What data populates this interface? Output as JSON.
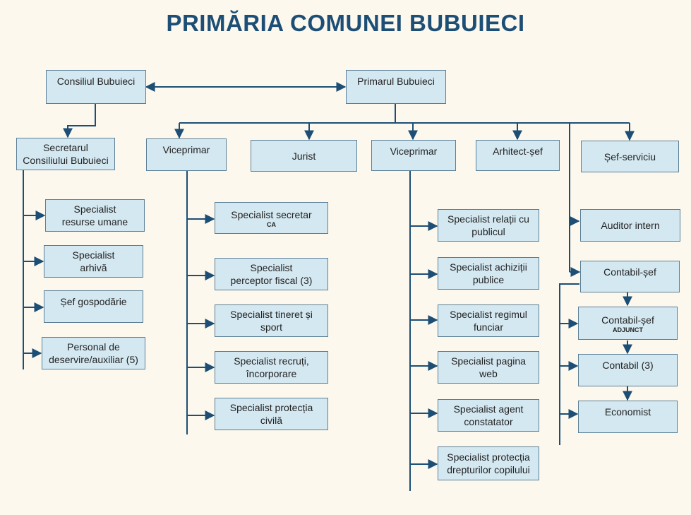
{
  "title": "PRIMĂRIA COMUNEI BUBUIECI",
  "colors": {
    "background": "#fcf8ee",
    "box_fill": "#d4e8f1",
    "box_border": "#5b7f96",
    "title": "#1d4e76",
    "lines": "#1d4e76"
  },
  "nodes": {
    "consiliul": {
      "label": "Consiliul Bubuieci"
    },
    "primarul": {
      "label": "Primarul Bubuieci"
    },
    "secretarul": {
      "label": "Secretarul\nConsiliului Bubuieci"
    },
    "viceprimar1": {
      "label": "Viceprimar"
    },
    "jurist": {
      "label": "Jurist"
    },
    "viceprimar2": {
      "label": "Viceprimar"
    },
    "arhitect": {
      "label": "Arhitect-șef"
    },
    "sef_serviciu": {
      "label": "Șef-serviciu"
    },
    "spec_resurse": {
      "label": "Specialist\nresurse umane"
    },
    "spec_arhiva": {
      "label": "Specialist\narhivă"
    },
    "sef_gospodarie": {
      "label": "Șef gospodărie"
    },
    "personal": {
      "label": "Personal de\ndeservire/auxiliar (5)"
    },
    "spec_secretar": {
      "label": "Specialist secretar",
      "sub": "CA"
    },
    "spec_perceptor": {
      "label": "Specialist\nperceptor fiscal (3)"
    },
    "spec_tineret": {
      "label": "Specialist tineret și\nsport"
    },
    "spec_recruti": {
      "label": "Specialist recruți,\nîncorporare"
    },
    "spec_protectia_civila": {
      "label": "Specialist protecția\ncivilă"
    },
    "spec_relatii": {
      "label": "Specialist relații cu\npublicul"
    },
    "spec_achizitii": {
      "label": "Specialist achiziții\npublice"
    },
    "spec_funciar": {
      "label": "Specialist regimul\nfunciar"
    },
    "spec_web": {
      "label": "Specialist pagina\nweb"
    },
    "spec_agent": {
      "label": "Specialist agent\nconstatator"
    },
    "spec_copil": {
      "label": "Specialist protecția\ndrepturilor copilului"
    },
    "auditor": {
      "label": "Auditor intern"
    },
    "contabil_sef": {
      "label": "Contabil-șef"
    },
    "contabil_adjunct": {
      "label": "Contabil-șef",
      "sub": "ADJUNCT"
    },
    "contabil": {
      "label": "Contabil (3)"
    },
    "economist": {
      "label": "Economist"
    }
  }
}
